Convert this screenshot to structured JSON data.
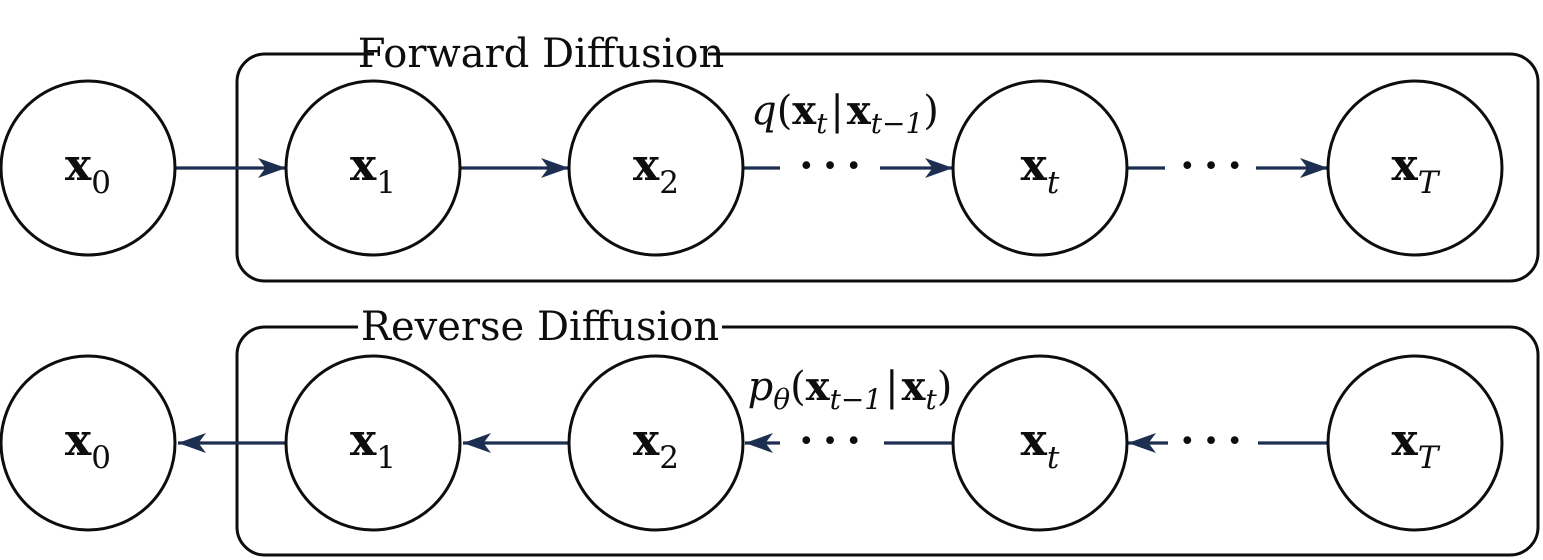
{
  "colors": {
    "outline": "#0d0d0d",
    "arrow": "#1c2f51",
    "text": "#0d0d0d",
    "node_fill": "#ffffff"
  },
  "nodes": [
    {
      "base": "x",
      "sub": "0",
      "sub_style": "normal"
    },
    {
      "base": "x",
      "sub": "1",
      "sub_style": "normal"
    },
    {
      "base": "x",
      "sub": "2",
      "sub_style": "normal"
    },
    {
      "base": "x",
      "sub": "t",
      "sub_style": "italic"
    },
    {
      "base": "x",
      "sub": "T",
      "sub_style": "italic"
    }
  ],
  "forward": {
    "box_label": "Forward Diffusion",
    "transition": {
      "fn": "q",
      "open": "(",
      "x_first": "x",
      "sub_first": "t",
      "bar": "|",
      "x_second": "x",
      "sub_second": "t−1",
      "close": ")"
    }
  },
  "reverse": {
    "box_label": "Reverse Diffusion",
    "transition": {
      "fn": "p",
      "fn_sub": "θ",
      "open": "(",
      "x_first": "x",
      "sub_first": "t−1",
      "bar": "|",
      "x_second": "x",
      "sub_second": "t",
      "close": ")"
    }
  },
  "ellipsis": {
    "glyph": "· · ·"
  }
}
